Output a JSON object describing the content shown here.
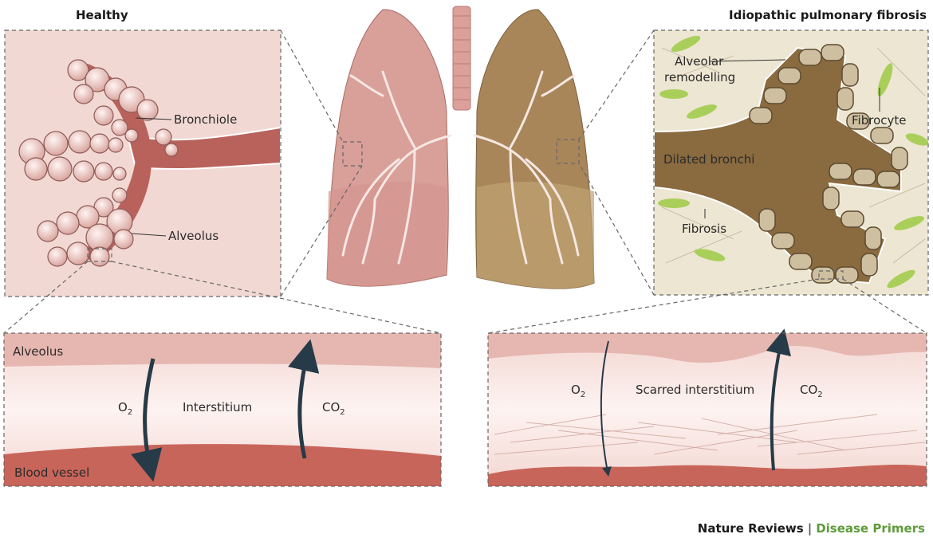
{
  "titles": {
    "healthy": "Healthy",
    "ipf": "Idiopathic pulmonary fibrosis"
  },
  "healthy_panel": {
    "bronchiole": "Bronchiole",
    "alveolus": "Alveolus"
  },
  "ipf_panel": {
    "alveolar_remodelling_1": "Alveolar",
    "alveolar_remodelling_2": "remodelling",
    "fibrocyte": "Fibrocyte",
    "dilated_bronchi": "Dilated bronchi",
    "fibrosis": "Fibrosis"
  },
  "healthy_detail": {
    "alveolus": "Alveolus",
    "interstitium": "Interstitium",
    "blood_vessel": "Blood vessel",
    "o2": {
      "base": "O",
      "sub": "2"
    },
    "co2": {
      "base": "CO",
      "sub": "2"
    }
  },
  "ipf_detail": {
    "interstitium": "Scarred interstitium",
    "o2": {
      "base": "O",
      "sub": "2"
    },
    "co2": {
      "base": "CO",
      "sub": "2"
    }
  },
  "footer": {
    "journal": "Nature Reviews",
    "separator": "|",
    "series": "Disease Primers"
  },
  "colors": {
    "healthy_bg": "#f2d8d3",
    "ipf_bg": "#ede6d2",
    "bronchi_brown": "#8a6a3f",
    "fibrocyte_green": "#a9cf5a",
    "blood": "#c8655a",
    "arrow": "#263a47",
    "series_green": "#5e9a3a"
  }
}
